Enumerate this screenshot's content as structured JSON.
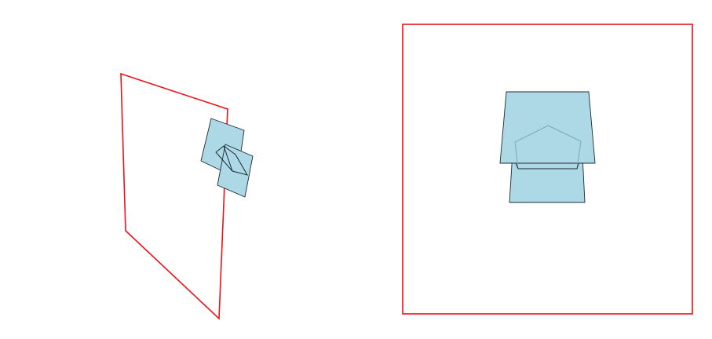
{
  "colors": {
    "frame": "#e8131b",
    "quad_fill": "#add8e6",
    "quad_fill_alpha": 0.75,
    "outline": "#1e2a30",
    "pentagon_back": "#7aa9b8"
  },
  "views": [
    {
      "name": "perspective-view",
      "shapes": [
        "picture-plane-frame",
        "upper-quad",
        "lower-quad",
        "pentagon"
      ]
    },
    {
      "name": "front-view",
      "shapes": [
        "picture-plane-frame",
        "upper-trapezoid",
        "lower-rectangle",
        "pentagon"
      ]
    }
  ]
}
